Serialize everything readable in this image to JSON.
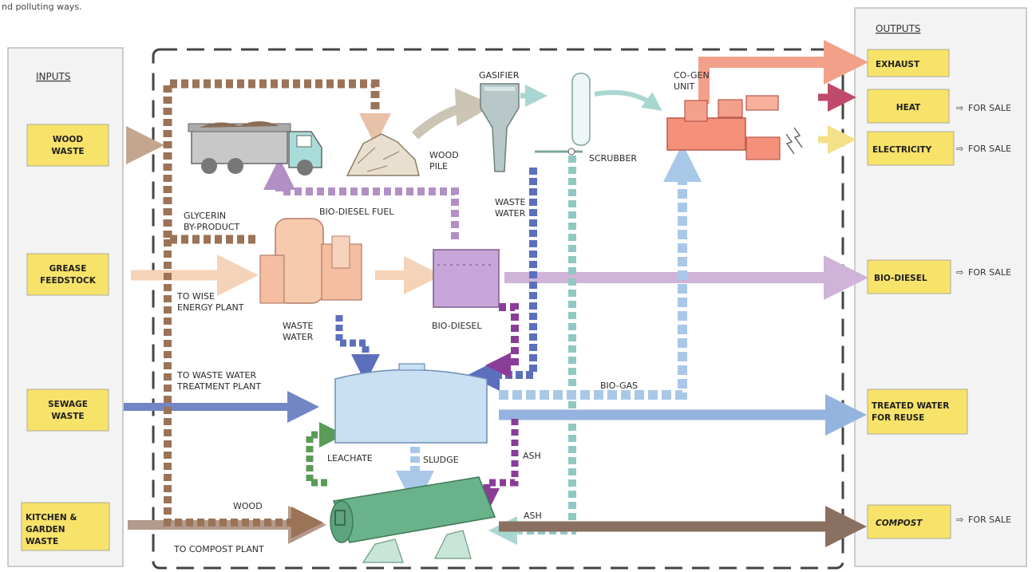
{
  "top_note": "nd polluting ways.",
  "inputs": {
    "header": "INPUTS",
    "items": [
      {
        "line1": "WOOD",
        "line2": "WASTE"
      },
      {
        "line1": "GREASE",
        "line2": "FEEDSTOCK"
      },
      {
        "line1": "SEWAGE",
        "line2": "WASTE"
      },
      {
        "line1": "KITCHEN &",
        "line2": "GARDEN",
        "line3": "WASTE"
      }
    ]
  },
  "outputs": {
    "header": "OUTPUTS",
    "items": [
      {
        "label": "EXHAUST"
      },
      {
        "label": "HEAT",
        "sale": "FOR SALE"
      },
      {
        "label": "ELECTRICITY",
        "sale": "FOR SALE"
      },
      {
        "label": "BIO-DIESEL",
        "sale": "FOR SALE"
      },
      {
        "line1": "TREATED WATER",
        "line2": "FOR REUSE"
      },
      {
        "label": "COMPOST",
        "sale": "FOR SALE"
      }
    ]
  },
  "labels": {
    "gasifier": "GASIFIER",
    "scrubber": "SCRUBBER",
    "cogen_1": "CO-GEN",
    "cogen_2": "UNIT",
    "wood_pile_1": "WOOD",
    "wood_pile_2": "PILE",
    "glycerin_1": "GLYCERIN",
    "glycerin_2": "BY-PRODUCT",
    "biodiesel_fuel": "BIO-DIESEL FUEL",
    "waste_water_top_1": "WASTE",
    "waste_water_top_2": "WATER",
    "to_wise_1": "TO WISE",
    "to_wise_2": "ENERGY PLANT",
    "waste_water_mid_1": "WASTE",
    "waste_water_mid_2": "WATER",
    "biodiesel_tank": "BIO-DIESEL",
    "to_wwtp_1": "TO WASTE WATER",
    "to_wwtp_2": "TREATMENT PLANT",
    "bio_gas": "BIO-GAS",
    "leachate": "LEACHATE",
    "sludge": "SLUDGE",
    "ash_1": "ASH",
    "ash_2": "ASH",
    "wood": "WOOD",
    "to_compost": "TO COMPOST PLANT"
  },
  "colors": {
    "note_yellow": "#f8e36a",
    "panel_border": "#bdbdbd",
    "brown_dashed": "#9b7357",
    "peach": "#f5c7a8",
    "lilac": "#cfb3d8",
    "blue": "#6e86c4",
    "light_blue": "#a9c8e8",
    "teal": "#a9d6d0",
    "green": "#5a9b55",
    "purple": "#8a3d98",
    "salmon": "#f08c74",
    "taupe": "#9b7b6a"
  }
}
